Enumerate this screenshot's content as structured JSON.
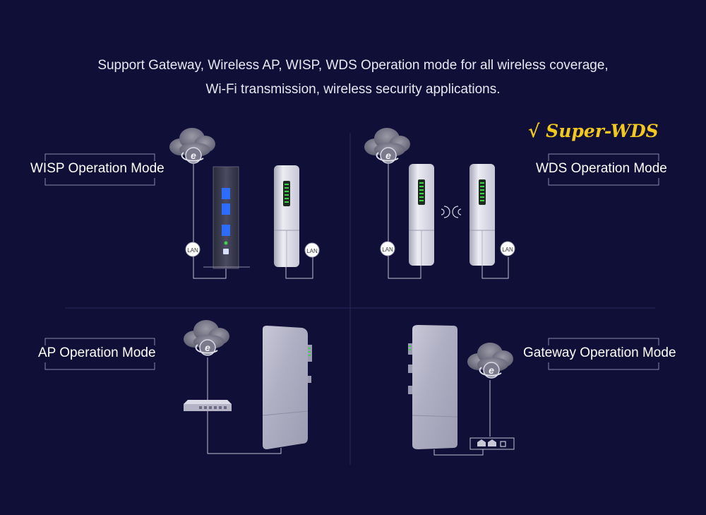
{
  "headline": {
    "line1": "Support Gateway, Wireless AP, WISP, WDS Operation mode for all wireless coverage,",
    "line2": "Wi-Fi transmission, wireless security applications."
  },
  "badge": {
    "text": "√ Super-WDS",
    "color": "#f2c81e"
  },
  "modes": {
    "wisp": {
      "label": "WISP Operation Mode",
      "ports": [
        "LAN",
        "LAN"
      ]
    },
    "wds": {
      "label": "WDS Operation Mode",
      "ports": [
        "LAN",
        "LAN"
      ]
    },
    "ap": {
      "label": "AP Operation Mode"
    },
    "gateway": {
      "label": "Gateway Operation Mode"
    }
  },
  "icons": [
    "internet-cloud-icon",
    "router-icon",
    "cpe-device-icon",
    "switch-icon",
    "wireless-signal-icon",
    "lan-port-icon"
  ],
  "colors": {
    "background": "#0f0f38",
    "line": "#b8b8cc",
    "accent_led": "#3cd24a",
    "router_led": "#2e6bff"
  }
}
